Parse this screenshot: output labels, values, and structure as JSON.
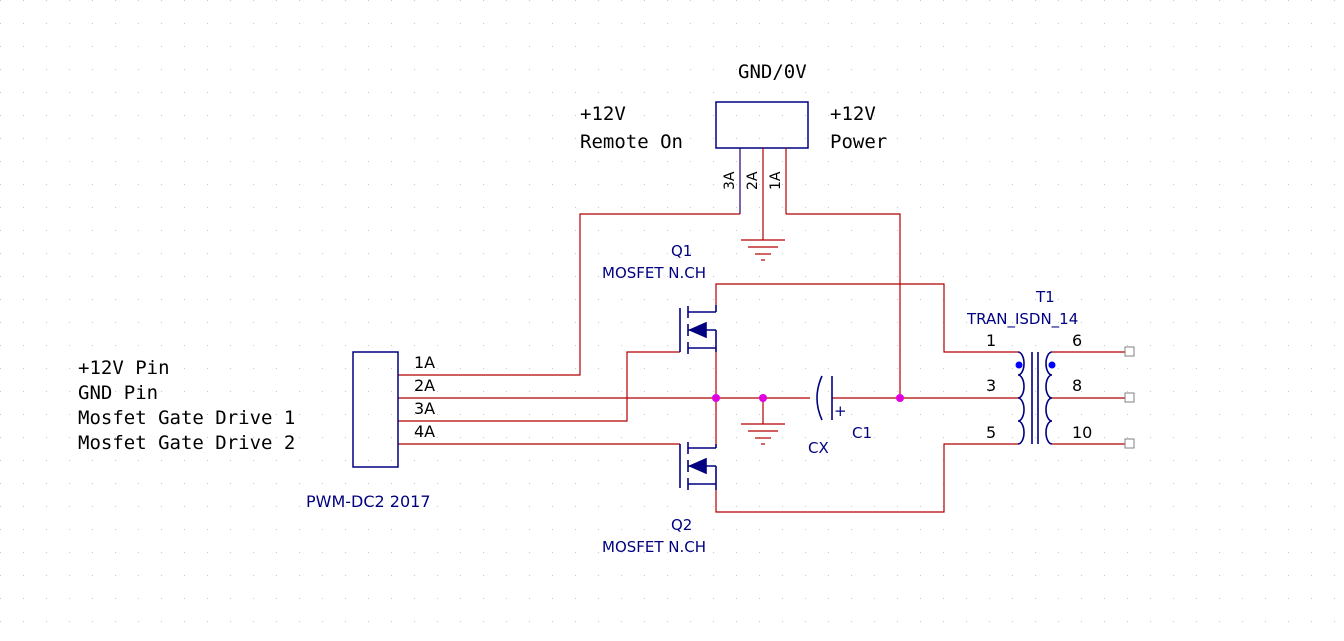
{
  "canvas_labels": {
    "header_pin_labels": [
      "3A",
      "2A",
      "1A"
    ],
    "gnd_label": "GND/0V",
    "remote_on_volt": "+12V",
    "remote_on_text": "Remote On",
    "power_volt": "+12V",
    "power_text": "Power",
    "q1_ref": "Q1",
    "q1_type": "MOSFET N.CH",
    "q2_ref": "Q2",
    "q2_type": "MOSFET N.CH",
    "t1_ref": "T1",
    "t1_type": "TRAN_ISDN_14",
    "t1_pins": {
      "p1": "1",
      "p3": "3",
      "p5": "5",
      "p6": "6",
      "p8": "8",
      "p10": "10"
    },
    "connector_pins": [
      "1A",
      "2A",
      "3A",
      "4A"
    ],
    "connector_name": "PWM-DC2 2017",
    "pin_descriptions": [
      "+12V Pin",
      "GND Pin",
      "Mosfet Gate Drive 1",
      "Mosfet Gate Drive 2"
    ],
    "cap_value": "CX",
    "cap_ref": "C1",
    "cap_polarity": "+"
  },
  "colors": {
    "wire": "#b30000",
    "component": "#000080",
    "junction": "#e000e0",
    "grid": "#c8c8c8",
    "text_black": "#000000",
    "pin_dot": "#0000ff"
  }
}
